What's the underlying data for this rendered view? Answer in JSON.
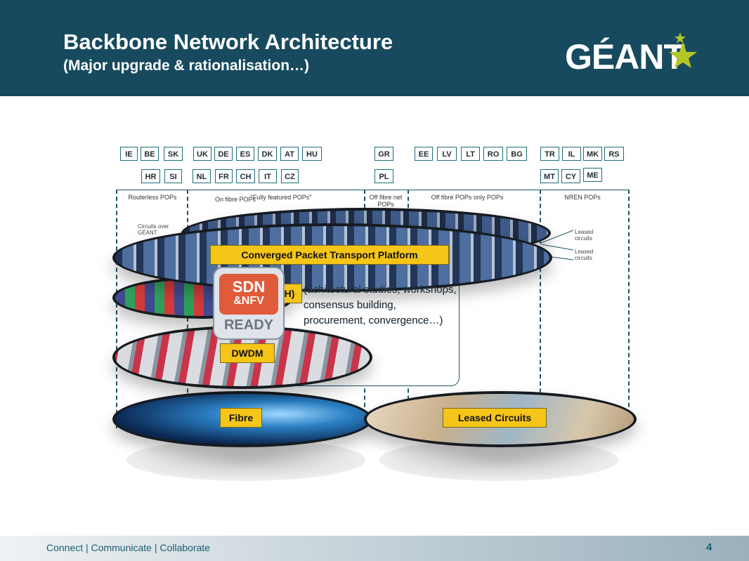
{
  "header": {
    "title": "Backbone Network Architecture",
    "subtitle": "(Major upgrade & rationalisation…)",
    "logo_text": "GÉANT"
  },
  "countries": {
    "row1": [
      "IE",
      "BE",
      "SK",
      "UK",
      "DE",
      "ES",
      "DK",
      "AT",
      "HU",
      "GR",
      "EE",
      "LV",
      "LT",
      "RO",
      "BG",
      "TR",
      "IL",
      "MK",
      "RS"
    ],
    "row2": [
      "HR",
      "SI",
      "NL",
      "FR",
      "CH",
      "IT",
      "CZ",
      "PL",
      "MT",
      "CY",
      "ME"
    ]
  },
  "pop_labels": {
    "routerless": "Routerless POPs",
    "on_fibre": "On fibre POPs",
    "fully_featured": "\"Fully featured POPs\"",
    "off_fibre_net": "Off fibre net POPs",
    "off_fibre_only": "Off fibre POPs only POPs",
    "nren": "NREN POPs"
  },
  "annotations": {
    "circuits_over_geant": "Circuits over GÉANT",
    "leased_circuits_1": "Leased circuits",
    "leased_circuits_2": "Leased circuits"
  },
  "note": {
    "text": "(achitectural studies, workshops, consensus building, procurement, convergence…)"
  },
  "layers": {
    "cptp": "Converged Packet Transport Platform",
    "otn_fragment": "H)",
    "dwdm": "DWDM",
    "fibre": "Fibre",
    "leased": "Leased Circuits"
  },
  "badge": {
    "sdn": "SDN",
    "nfv": "&NFV",
    "ready": "READY"
  },
  "footer": {
    "tagline": "Connect | Communicate | Collaborate",
    "page": "4"
  },
  "colors": {
    "header_bg": "#174a5e",
    "label_yellow": "#f5c518",
    "footer_text": "#1b5d72",
    "logo_star": "#b5c728"
  }
}
